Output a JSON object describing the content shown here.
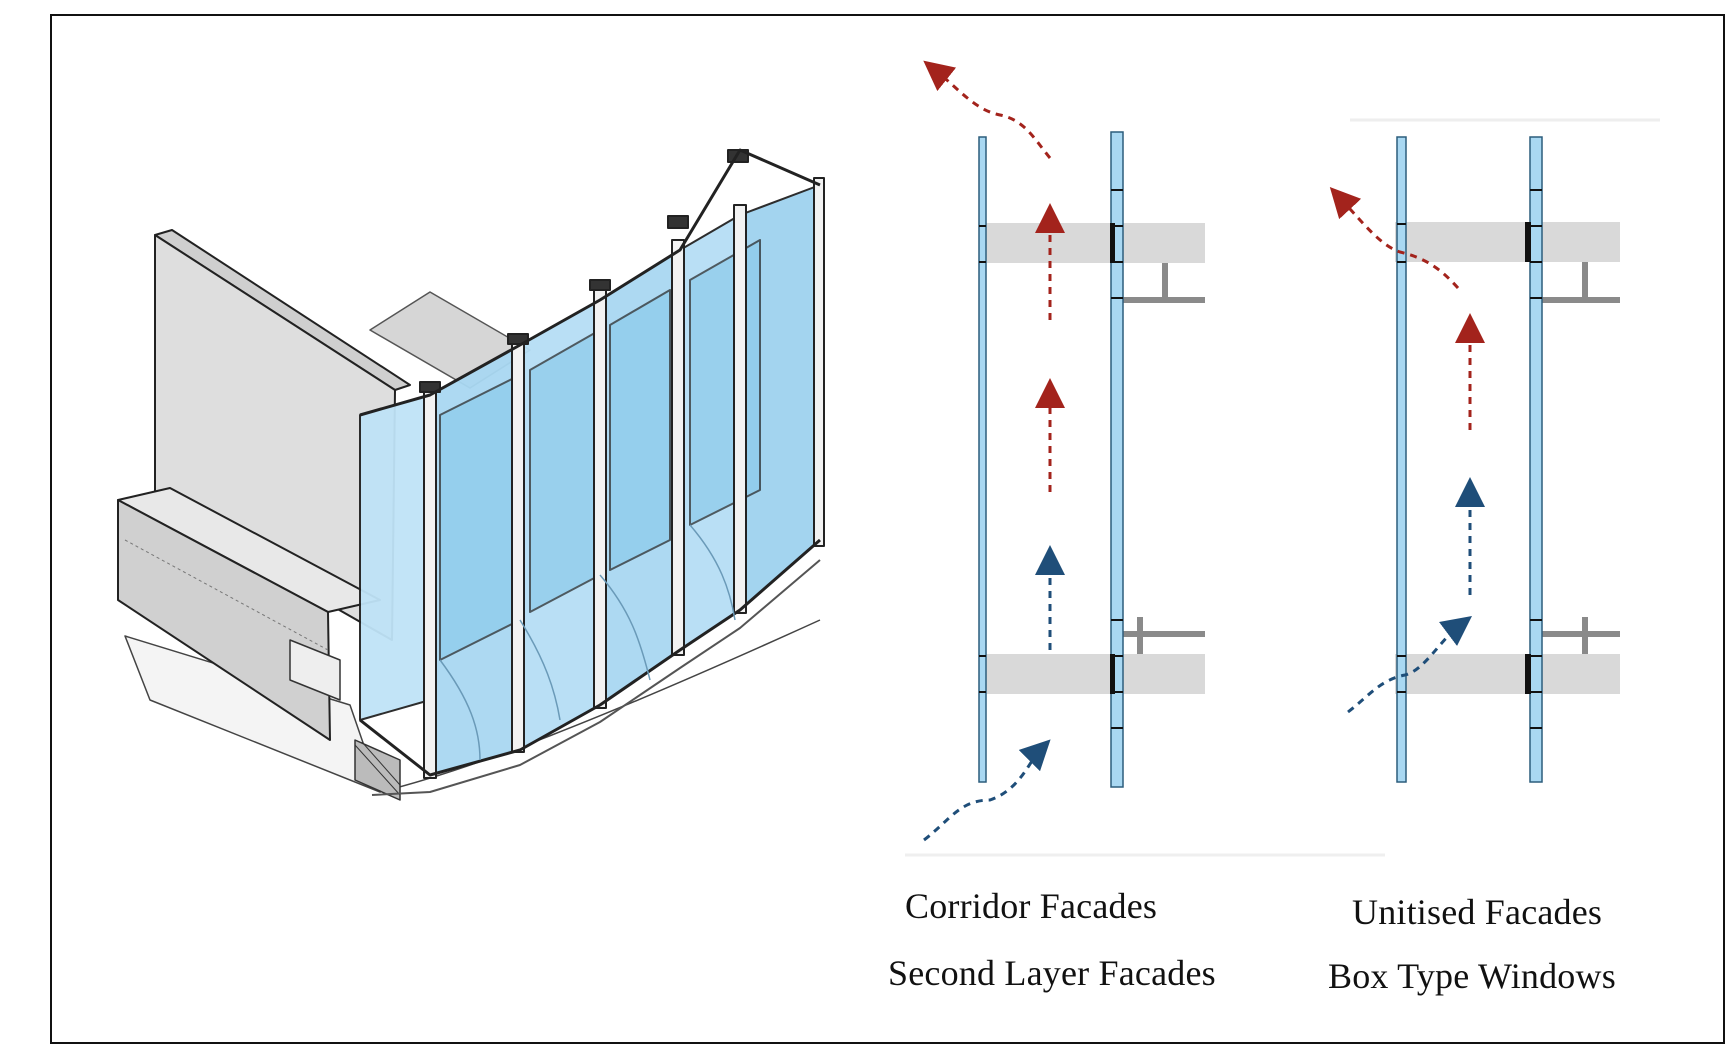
{
  "captions": {
    "left_line1": "Corridor Facades",
    "left_line2": "Second Layer Facades",
    "right_line1": "Unitised Facades",
    "right_line2": "Box Type Windows"
  },
  "icons": {
    "warm_airflow": "red-dashed-arrow-icon",
    "cool_airflow": "blue-dashed-arrow-icon"
  },
  "colors": {
    "glass": "#a9d8f2",
    "glass_edge": "#2c5d7c",
    "slab": "#d9d9d9",
    "warm_air": "#a3231c",
    "cool_air": "#1f4e79",
    "frame": "#111111"
  }
}
